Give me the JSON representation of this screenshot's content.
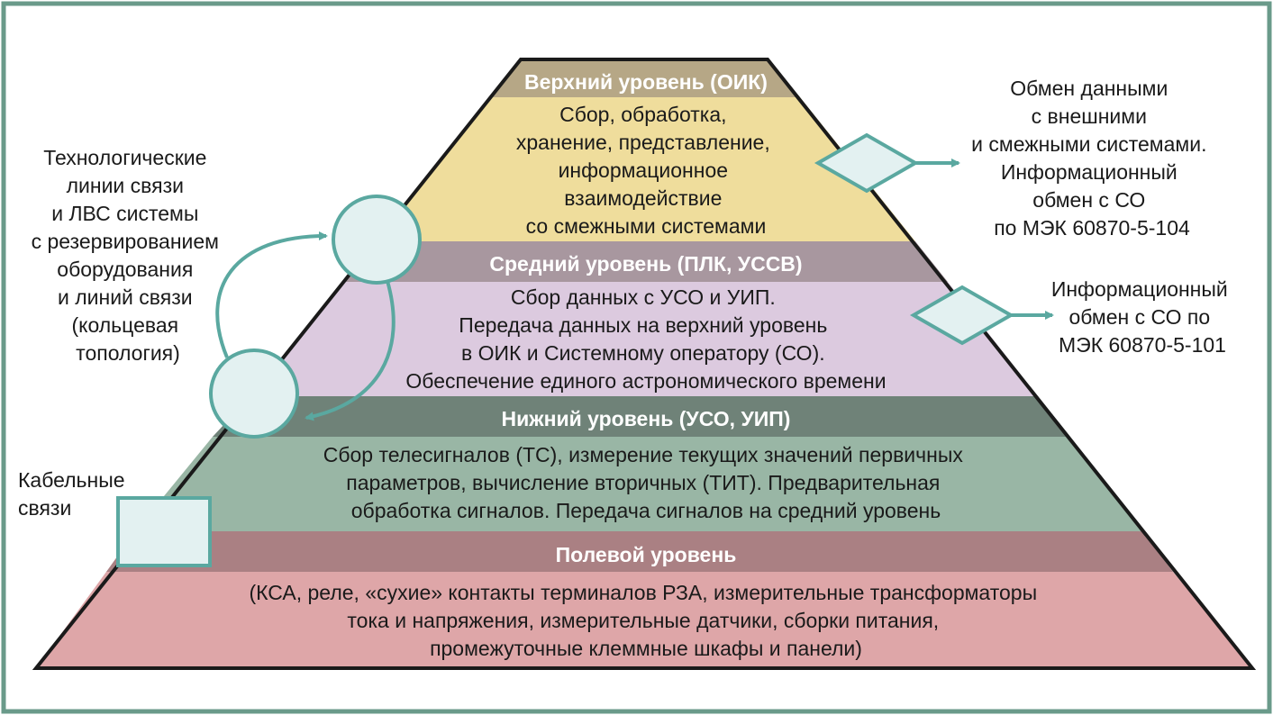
{
  "levels": [
    {
      "title": "Верхний уровень (ОИК)",
      "lines": [
        "Сбор, обработка,",
        "хранение, представление,",
        "информационное",
        "взаимодействие",
        "со смежными системами"
      ],
      "header_color": "#b6a786",
      "body_color": "#efdd9c"
    },
    {
      "title": "Средний уровень (ПЛК, УССВ)",
      "lines": [
        "Сбор данных с УСО и УИП.",
        "Передача данных на верхний уровень",
        "в ОИК и Системному оператору (СО).",
        "Обеспечение единого астрономического времени"
      ],
      "header_color": "#a8979f",
      "body_color": "#dccadf"
    },
    {
      "title": "Нижний уровень (УСО, УИП)",
      "lines": [
        "Сбор телесигналов (ТС), измерение текущих значений первичных",
        "параметров, вычисление вторичных (ТИТ). Предварительная",
        "обработка сигналов. Передача сигналов на средний уровень"
      ],
      "header_color": "#6f8278",
      "body_color": "#99b6a5"
    },
    {
      "title": "Полевой уровень",
      "lines": [
        "(КСА, реле, «сухие» контакты терминалов РЗА, измерительные трансформаторы",
        "тока и напряжения, измерительные датчики, сборки питания,",
        "промежуточные клеммные шкафы и панели)"
      ],
      "header_color": "#aa8083",
      "body_color": "#dea6a8"
    }
  ],
  "right_notes": [
    [
      "Обмен данными",
      "с внешними",
      "и смежными системами.",
      "Информационный",
      "обмен с СО",
      "по МЭК 60870-5-104"
    ],
    [
      "Информационный",
      "обмен с СО по",
      "МЭК 60870-5-101"
    ]
  ],
  "left_note": [
    "Технологические",
    "линии связи",
    "и ЛВС системы",
    "с резервированием",
    "оборудования",
    "и линий связи",
    "(кольцевая",
    "топология)"
  ],
  "cable_note": [
    "Кабельные",
    "связи"
  ],
  "colors": {
    "frame": "#6a9a8a",
    "accent": "#5aa8a0",
    "shape_fill": "#e3f1f1",
    "outline": "#1a1a1a"
  }
}
